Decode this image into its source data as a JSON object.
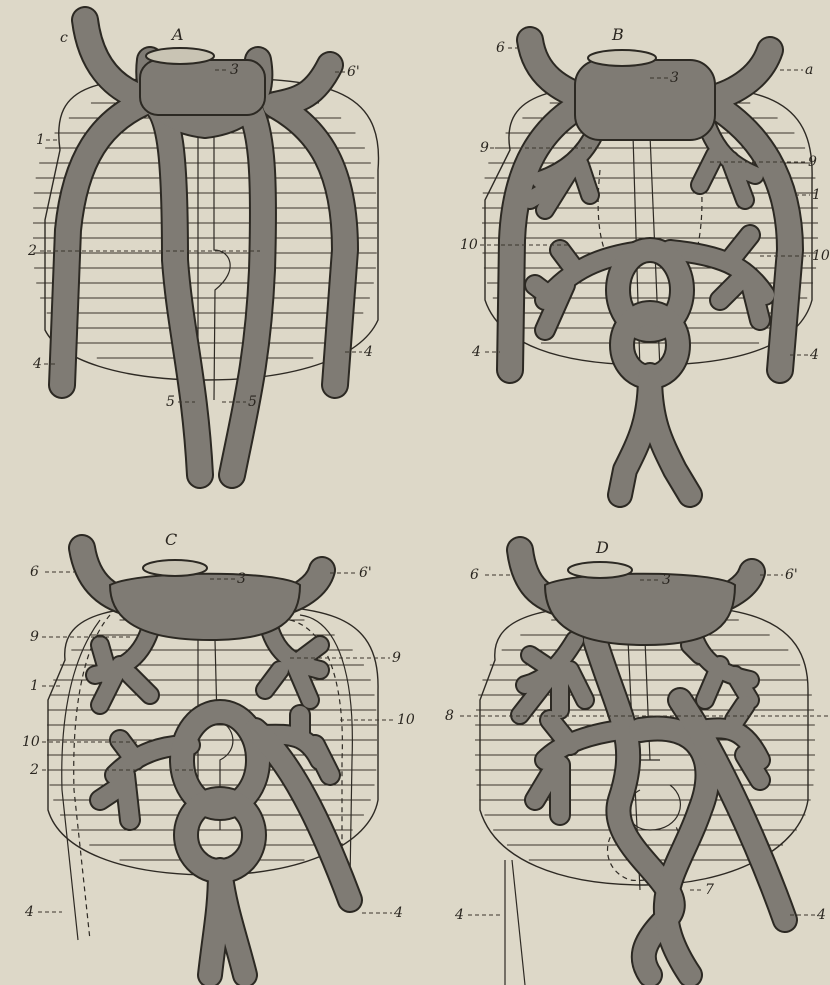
{
  "panels": [
    {
      "id": "A",
      "title": "A",
      "labels": {
        "c": "c",
        "3": "3",
        "6p": "6'",
        "1": "1",
        "2": "2",
        "4l": "4",
        "4r": "4",
        "5l": "5",
        "5r": "5"
      }
    },
    {
      "id": "B",
      "title": "B",
      "labels": {
        "6": "6",
        "3": "3",
        "a": "a",
        "9l": "9",
        "9r": "9",
        "1r": "1",
        "10l": "10",
        "10r": "10",
        "4l": "4",
        "4r": "4"
      }
    },
    {
      "id": "C",
      "title": "C",
      "labels": {
        "6": "6",
        "3": "3",
        "6p": "6'",
        "9l": "9",
        "9r": "9",
        "1": "1",
        "10l": "10",
        "10r": "10",
        "2": "2",
        "4l": "4",
        "4r": "4"
      }
    },
    {
      "id": "D",
      "title": "D",
      "labels": {
        "6": "6",
        "3": "3",
        "6p": "6'",
        "8": "8",
        "7": "7",
        "4l": "4",
        "4r": "4"
      }
    }
  ],
  "colors": {
    "paper": "#ddd8c8",
    "vessel": "#7f7b74",
    "ink": "#2e2a24"
  }
}
